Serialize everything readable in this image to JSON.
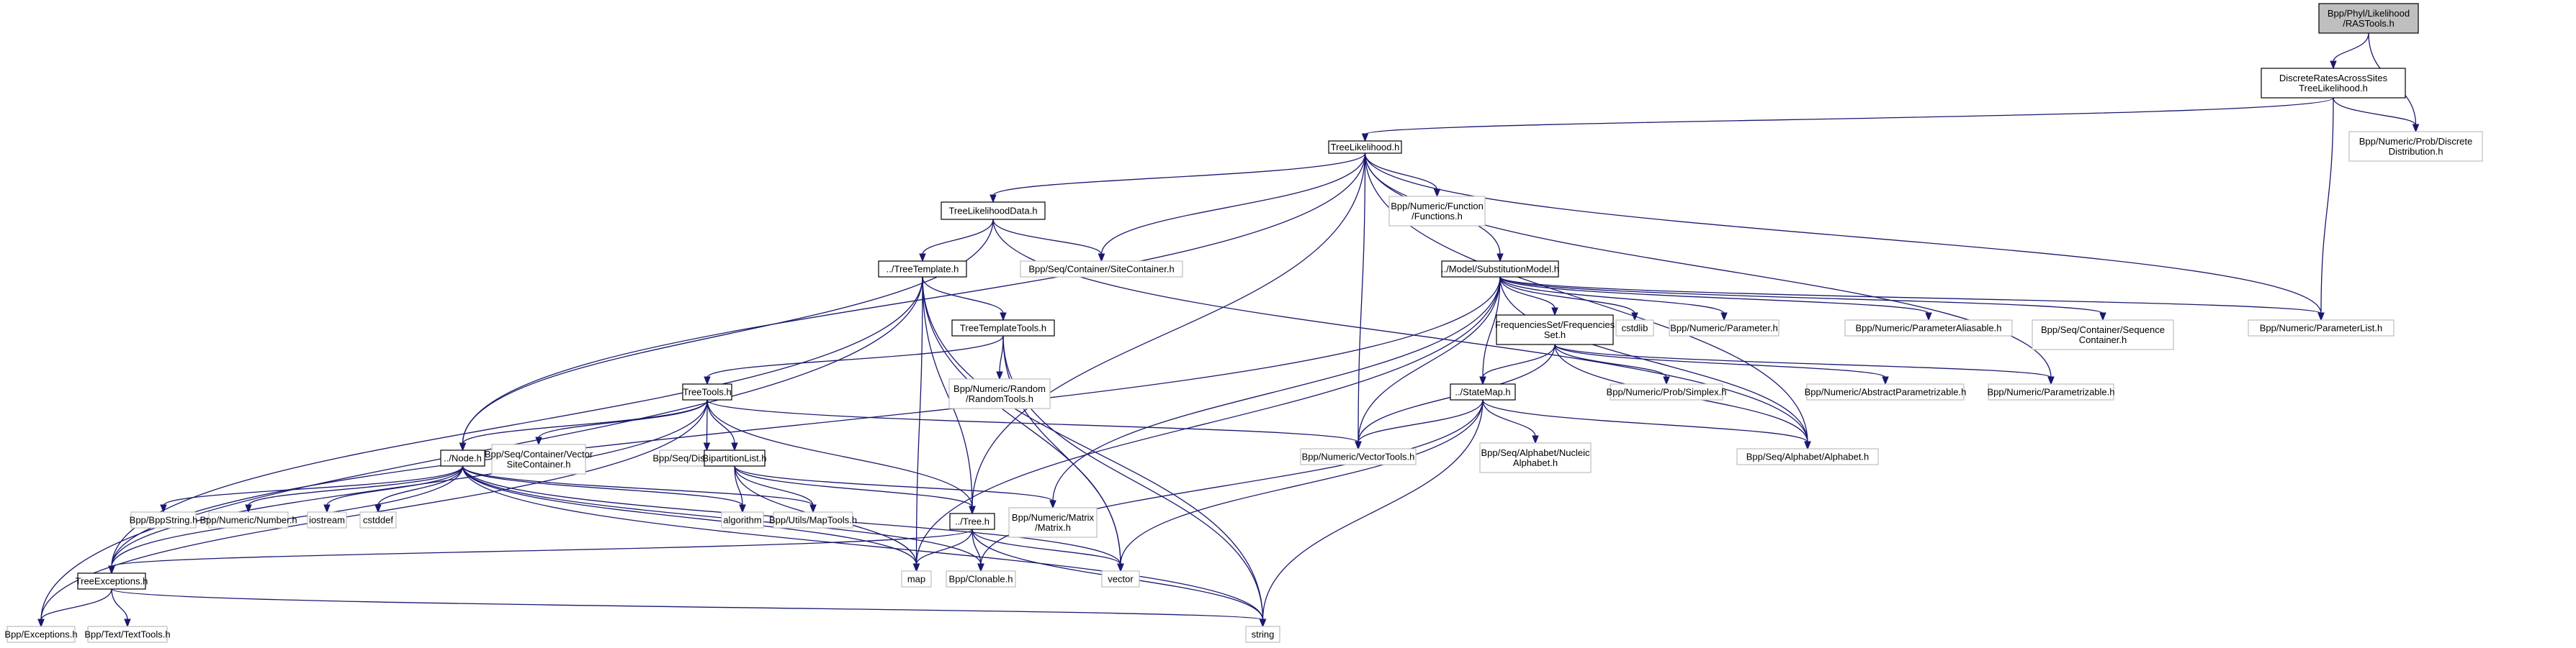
{
  "title": "Bpp/Phyl/Likelihood/RASTools.h include dependency graph",
  "colors": {
    "edge": "#191970",
    "root_fill": "#bfbfbf",
    "internal_border": "#000000",
    "external_border": "#bfbfbf"
  },
  "nodes": [
    {
      "id": "rastools",
      "lines": [
        "Bpp/Phyl/Likelihood",
        "/RASTools.h"
      ],
      "kind": "root"
    },
    {
      "id": "drastl",
      "lines": [
        "DiscreteRatesAcrossSites",
        "TreeLikelihood.h"
      ],
      "kind": "internal"
    },
    {
      "id": "discdist",
      "lines": [
        "Bpp/Numeric/Prob/Discrete",
        "Distribution.h"
      ],
      "kind": "external"
    },
    {
      "id": "treelik",
      "lines": [
        "TreeLikelihood.h"
      ],
      "kind": "internal"
    },
    {
      "id": "functions",
      "lines": [
        "Bpp/Numeric/Function",
        "/Functions.h"
      ],
      "kind": "external"
    },
    {
      "id": "tldata",
      "lines": [
        "TreeLikelihoodData.h"
      ],
      "kind": "internal"
    },
    {
      "id": "sitecont",
      "lines": [
        "Bpp/Seq/Container/SiteContainer.h"
      ],
      "kind": "external"
    },
    {
      "id": "treetemplate",
      "lines": [
        "../TreeTemplate.h"
      ],
      "kind": "internal"
    },
    {
      "id": "subsmodel",
      "lines": [
        "../Model/SubstitutionModel.h"
      ],
      "kind": "internal"
    },
    {
      "id": "ttt",
      "lines": [
        "TreeTemplateTools.h"
      ],
      "kind": "internal"
    },
    {
      "id": "randomtools",
      "lines": [
        "Bpp/Numeric/Random",
        "/RandomTools.h"
      ],
      "kind": "external"
    },
    {
      "id": "freqset",
      "lines": [
        "FrequenciesSet/Frequencies",
        "Set.h"
      ],
      "kind": "internal"
    },
    {
      "id": "cstdlib",
      "lines": [
        "cstdlib"
      ],
      "kind": "external"
    },
    {
      "id": "parameter",
      "lines": [
        "Bpp/Numeric/Parameter.h"
      ],
      "kind": "external"
    },
    {
      "id": "paramalias",
      "lines": [
        "Bpp/Numeric/ParameterAliasable.h"
      ],
      "kind": "external"
    },
    {
      "id": "seqcont",
      "lines": [
        "Bpp/Seq/Container/Sequence",
        "Container.h"
      ],
      "kind": "external"
    },
    {
      "id": "paramlist",
      "lines": [
        "Bpp/Numeric/ParameterList.h"
      ],
      "kind": "external"
    },
    {
      "id": "treetools",
      "lines": [
        "TreeTools.h"
      ],
      "kind": "internal"
    },
    {
      "id": "statemap",
      "lines": [
        "../StateMap.h"
      ],
      "kind": "internal"
    },
    {
      "id": "simplex",
      "lines": [
        "Bpp/Numeric/Prob/Simplex.h"
      ],
      "kind": "external"
    },
    {
      "id": "absparam",
      "lines": [
        "Bpp/Numeric/AbstractParametrizable.h"
      ],
      "kind": "external"
    },
    {
      "id": "parametrizable",
      "lines": [
        "Bpp/Numeric/Parametrizable.h"
      ],
      "kind": "external"
    },
    {
      "id": "node",
      "lines": [
        "../Node.h"
      ],
      "kind": "internal"
    },
    {
      "id": "vsitecont",
      "lines": [
        "Bpp/Seq/Container/Vector",
        "SiteContainer.h"
      ],
      "kind": "external"
    },
    {
      "id": "distmatrix",
      "lines": [
        "Bpp/Seq/DistanceMatrix.h"
      ],
      "kind": "external"
    },
    {
      "id": "bipart",
      "lines": [
        "BipartitionList.h"
      ],
      "kind": "internal"
    },
    {
      "id": "vectortools",
      "lines": [
        "Bpp/Numeric/VectorTools.h"
      ],
      "kind": "external"
    },
    {
      "id": "nucalpha",
      "lines": [
        "Bpp/Seq/Alphabet/Nucleic",
        "Alphabet.h"
      ],
      "kind": "external"
    },
    {
      "id": "alphabet",
      "lines": [
        "Bpp/Seq/Alphabet/Alphabet.h"
      ],
      "kind": "external"
    },
    {
      "id": "bppstring",
      "lines": [
        "Bpp/BppString.h"
      ],
      "kind": "external"
    },
    {
      "id": "number",
      "lines": [
        "Bpp/Numeric/Number.h"
      ],
      "kind": "external"
    },
    {
      "id": "iostream",
      "lines": [
        "iostream"
      ],
      "kind": "external"
    },
    {
      "id": "cstddef",
      "lines": [
        "cstddef"
      ],
      "kind": "external"
    },
    {
      "id": "algorithm",
      "lines": [
        "algorithm"
      ],
      "kind": "external"
    },
    {
      "id": "maptools",
      "lines": [
        "Bpp/Utils/MapTools.h"
      ],
      "kind": "external"
    },
    {
      "id": "tree",
      "lines": [
        "../Tree.h"
      ],
      "kind": "internal"
    },
    {
      "id": "matrix",
      "lines": [
        "Bpp/Numeric/Matrix",
        "/Matrix.h"
      ],
      "kind": "external"
    },
    {
      "id": "treeexc",
      "lines": [
        "TreeExceptions.h"
      ],
      "kind": "internal"
    },
    {
      "id": "map",
      "lines": [
        "map"
      ],
      "kind": "external"
    },
    {
      "id": "clonable",
      "lines": [
        "Bpp/Clonable.h"
      ],
      "kind": "external"
    },
    {
      "id": "vector",
      "lines": [
        "vector"
      ],
      "kind": "external"
    },
    {
      "id": "exceptions",
      "lines": [
        "Bpp/Exceptions.h"
      ],
      "kind": "external"
    },
    {
      "id": "texttools",
      "lines": [
        "Bpp/Text/TextTools.h"
      ],
      "kind": "external"
    },
    {
      "id": "string",
      "lines": [
        "string"
      ],
      "kind": "external"
    }
  ],
  "edges": [
    [
      "rastools",
      "drastl"
    ],
    [
      "rastools",
      "discdist"
    ],
    [
      "drastl",
      "treelik"
    ],
    [
      "drastl",
      "discdist"
    ],
    [
      "drastl",
      "paramlist"
    ],
    [
      "treelik",
      "tldata"
    ],
    [
      "treelik",
      "functions"
    ],
    [
      "treelik",
      "sitecont"
    ],
    [
      "treelik",
      "subsmodel"
    ],
    [
      "treelik",
      "node"
    ],
    [
      "treelik",
      "tree"
    ],
    [
      "treelik",
      "vectortools"
    ],
    [
      "treelik",
      "paramlist"
    ],
    [
      "treelik",
      "parametrizable"
    ],
    [
      "treelik",
      "alphabet"
    ],
    [
      "tldata",
      "treetemplate"
    ],
    [
      "tldata",
      "sitecont"
    ],
    [
      "tldata",
      "node"
    ],
    [
      "tldata",
      "alphabet"
    ],
    [
      "treetemplate",
      "ttt"
    ],
    [
      "treetemplate",
      "tree"
    ],
    [
      "treetemplate",
      "treeexc"
    ],
    [
      "treetemplate",
      "map"
    ],
    [
      "treetemplate",
      "vector"
    ],
    [
      "treetemplate",
      "string"
    ],
    [
      "treetemplate",
      "exceptions"
    ],
    [
      "ttt",
      "treetools"
    ],
    [
      "ttt",
      "randomtools"
    ],
    [
      "ttt",
      "vector"
    ],
    [
      "ttt",
      "string"
    ],
    [
      "subsmodel",
      "freqset"
    ],
    [
      "subsmodel",
      "statemap"
    ],
    [
      "subsmodel",
      "cstdlib"
    ],
    [
      "subsmodel",
      "parameter"
    ],
    [
      "subsmodel",
      "paramalias"
    ],
    [
      "subsmodel",
      "seqcont"
    ],
    [
      "subsmodel",
      "paramlist"
    ],
    [
      "subsmodel",
      "vectortools"
    ],
    [
      "subsmodel",
      "matrix"
    ],
    [
      "subsmodel",
      "alphabet"
    ],
    [
      "subsmodel",
      "treeexc"
    ],
    [
      "subsmodel",
      "map"
    ],
    [
      "freqset",
      "statemap"
    ],
    [
      "freqset",
      "simplex"
    ],
    [
      "freqset",
      "absparam"
    ],
    [
      "freqset",
      "parametrizable"
    ],
    [
      "freqset",
      "vectortools"
    ],
    [
      "freqset",
      "alphabet"
    ],
    [
      "statemap",
      "vectortools"
    ],
    [
      "statemap",
      "nucalpha"
    ],
    [
      "statemap",
      "alphabet"
    ],
    [
      "statemap",
      "clonable"
    ],
    [
      "statemap",
      "vector"
    ],
    [
      "statemap",
      "string"
    ],
    [
      "treetools",
      "node"
    ],
    [
      "treetools",
      "vsitecont"
    ],
    [
      "treetools",
      "distmatrix"
    ],
    [
      "treetools",
      "bipart"
    ],
    [
      "treetools",
      "tree"
    ],
    [
      "treetools",
      "vectortools"
    ],
    [
      "treetools",
      "treeexc"
    ],
    [
      "treetools",
      "exceptions"
    ],
    [
      "node",
      "bppstring"
    ],
    [
      "node",
      "number"
    ],
    [
      "node",
      "iostream"
    ],
    [
      "node",
      "cstddef"
    ],
    [
      "node",
      "algorithm"
    ],
    [
      "node",
      "maptools"
    ],
    [
      "node",
      "treeexc"
    ],
    [
      "node",
      "map"
    ],
    [
      "node",
      "clonable"
    ],
    [
      "node",
      "vector"
    ],
    [
      "node",
      "string"
    ],
    [
      "bipart",
      "algorithm"
    ],
    [
      "bipart",
      "maptools"
    ],
    [
      "bipart",
      "tree"
    ],
    [
      "bipart",
      "matrix"
    ],
    [
      "bipart",
      "map"
    ],
    [
      "tree",
      "map"
    ],
    [
      "tree",
      "clonable"
    ],
    [
      "tree",
      "vector"
    ],
    [
      "tree",
      "string"
    ],
    [
      "tree",
      "treeexc"
    ],
    [
      "treeexc",
      "exceptions"
    ],
    [
      "treeexc",
      "texttools"
    ],
    [
      "treeexc",
      "string"
    ]
  ]
}
